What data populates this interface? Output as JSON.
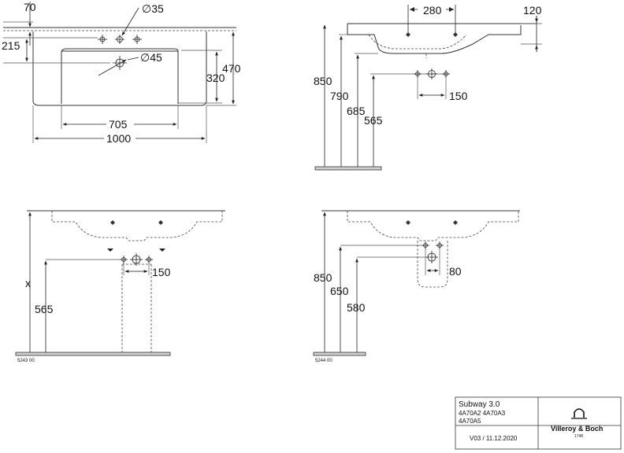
{
  "top_view": {
    "dim_70": "70",
    "dim_215": "215",
    "dim_d35": "∅35",
    "dim_d45": "∅45",
    "dim_320": "320",
    "dim_470": "470",
    "dim_705": "705",
    "dim_1000": "1000"
  },
  "side_view": {
    "dim_280": "280",
    "dim_120": "120",
    "dim_850": "850",
    "dim_790": "790",
    "dim_685": "685",
    "dim_565": "565",
    "dim_150": "150"
  },
  "front_view_a": {
    "dim_x": "x",
    "dim_565": "565",
    "dim_150": "150",
    "code": "5243 00"
  },
  "front_view_b": {
    "dim_850": "850",
    "dim_650": "650",
    "dim_580": "580",
    "dim_80": "80",
    "code": "5244 00"
  },
  "title_block": {
    "product": "Subway 3.0",
    "codes_line1": "4A70A2  4A70A3",
    "codes_line2": "4A70A5",
    "version": "V03 / 11.12.2020",
    "brand": "Villeroy & Boch",
    "brand_year": "1748",
    "logo_icon": "villeroy-boch-arch-logo"
  }
}
